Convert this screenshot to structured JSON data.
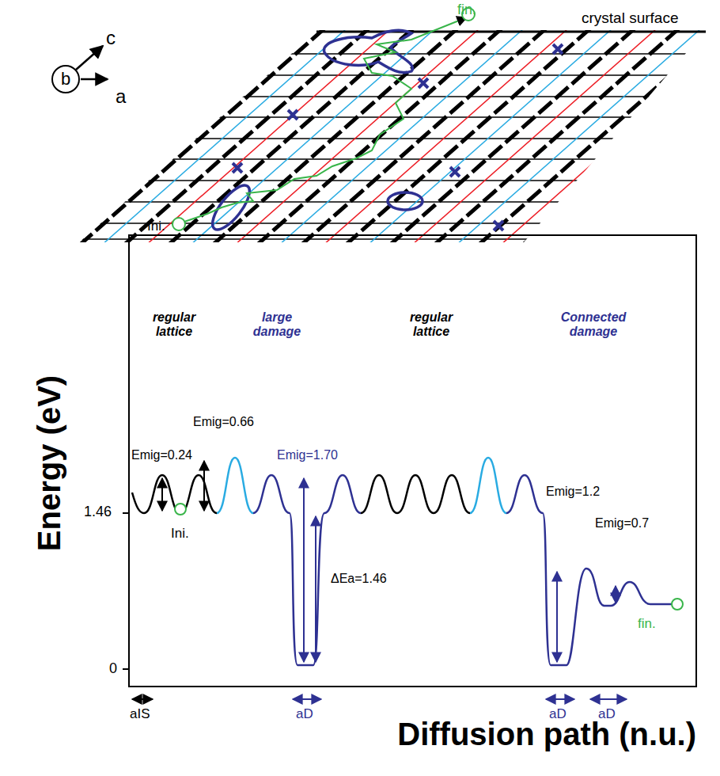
{
  "diagram": {
    "nodes": [
      {
        "text": [
          "b"
        ]
      }
    ],
    "labels": [
      "fin.",
      "crystal surface",
      "c",
      "a",
      "Ini.",
      "Energy (eV)",
      "regular lattice",
      "large damage",
      "regular lattice",
      "Connected damage",
      "Emig=0.66",
      "Emig=0.24",
      "Emig=1.70",
      "1.46",
      "Ini.",
      "ΔEa=1.46",
      "Emig=1.2",
      "Emig=0.7",
      "fin.",
      "0",
      "aIS",
      "aD",
      "aD",
      "aD",
      "Diffusion path (n.u.)"
    ]
  }
}
